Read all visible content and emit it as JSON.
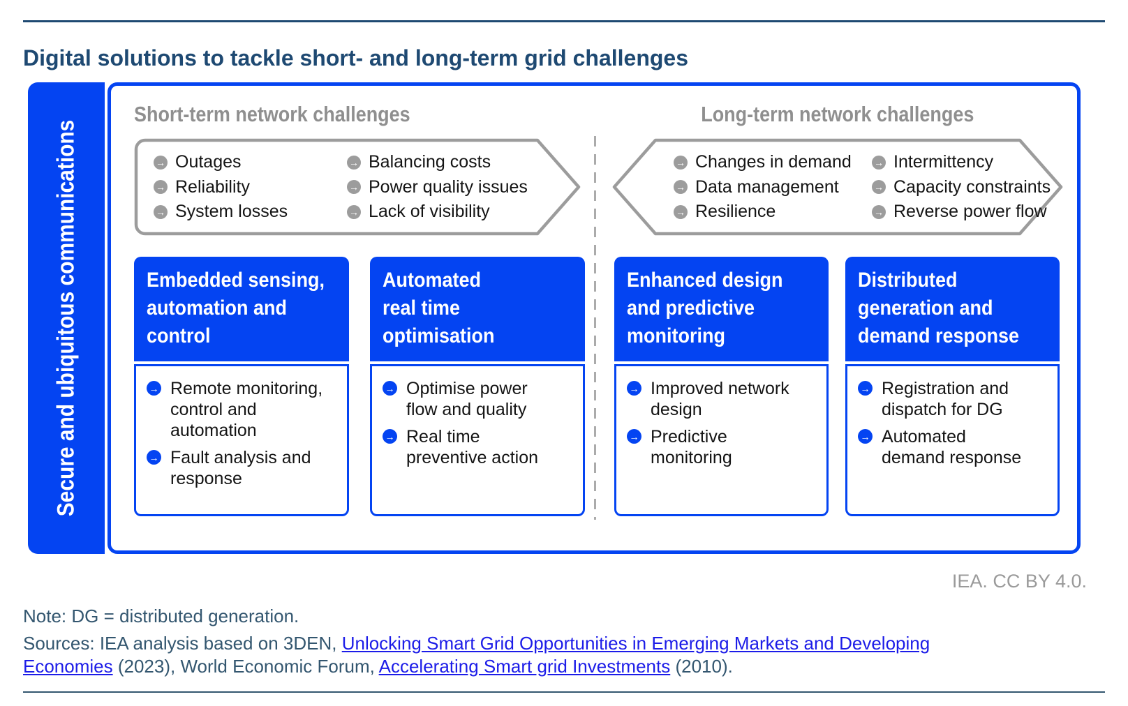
{
  "page": {
    "title": "Digital solutions to tackle short- and long-term grid challenges",
    "license": "IEA. CC BY 4.0.",
    "note": "Note: DG = distributed generation.",
    "sources": {
      "prefix": "Sources: IEA analysis based on 3DEN, ",
      "link1": "Unlocking Smart Grid Opportunities in Emerging Markets and Developing Economies",
      "mid": " (2023), World Economic Forum, ",
      "link2": "Accelerating Smart grid Investments",
      "suffix": " (2010)."
    }
  },
  "diagram": {
    "sidebar_label": "Secure and ubiquitous communications",
    "short_term": {
      "heading": "Short-term network challenges",
      "challenges_col1": [
        "Outages",
        "Reliability",
        "System losses"
      ],
      "challenges_col2": [
        "Balancing costs",
        "Power quality issues",
        "Lack of visibility"
      ]
    },
    "long_term": {
      "heading": "Long-term network challenges",
      "challenges_col1": [
        "Changes in demand",
        "Data management",
        "Resilience"
      ],
      "challenges_col2": [
        "Intermittency",
        "Capacity constraints",
        "Reverse power flow"
      ]
    },
    "cards": [
      {
        "title": "Embedded sensing,\nautomation and\ncontrol",
        "bullets": [
          "Remote monitoring,\ncontrol and\nautomation",
          "Fault analysis and\nresponse"
        ]
      },
      {
        "title": "Automated\nreal time\noptimisation",
        "bullets": [
          "Optimise power\nflow and quality",
          "Real time\npreventive action"
        ]
      },
      {
        "title": "Enhanced design\nand predictive\nmonitoring",
        "bullets": [
          "Improved network\ndesign",
          "Predictive\nmonitoring"
        ]
      },
      {
        "title": "Distributed\ngeneration and\ndemand response",
        "bullets": [
          "Registration and\ndispatch for DG",
          "Automated\ndemand response"
        ]
      }
    ]
  },
  "colors": {
    "brand_blue": "#0444F2",
    "title_navy": "#1E4972",
    "heading_gray": "#8F8F8F",
    "shape_border_gray": "#9C9C9C",
    "footer_slate": "#33566F",
    "license_gray": "#9A9A9A",
    "link_blue": "#1C1CE8"
  }
}
